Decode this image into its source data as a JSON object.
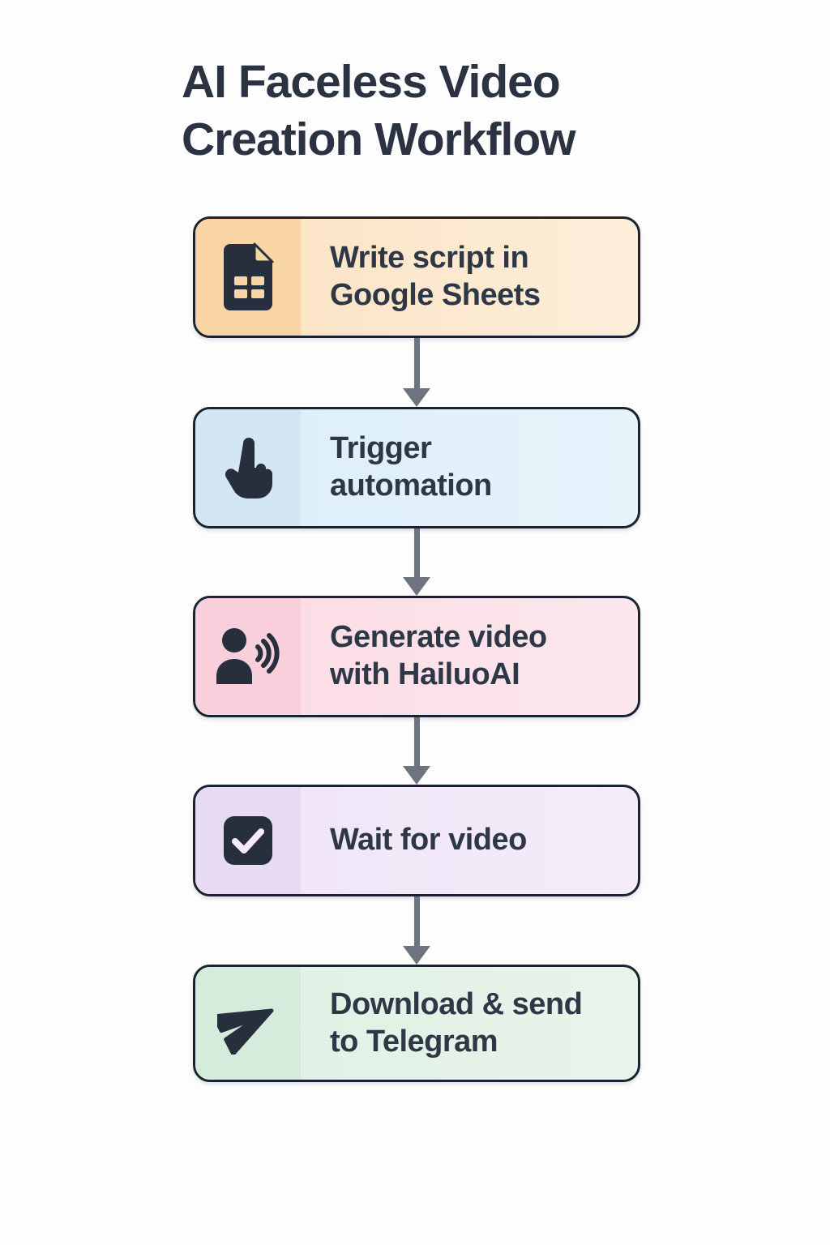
{
  "title": {
    "text": "AI Faceless Video\nCreation Workflow"
  },
  "steps": [
    {
      "label": "Write script in\nGoogle Sheets",
      "icon": "spreadsheet-document-icon",
      "colors": {
        "panel": "#f8d5a2",
        "body": "#fbe2c1",
        "body_right": "#fdeeda"
      }
    },
    {
      "label": "Trigger\nautomation",
      "icon": "pointer-hand-icon",
      "colors": {
        "panel": "#d2e6f4",
        "body": "#dceef9",
        "body_right": "#e6f3fb"
      }
    },
    {
      "label": "Generate video\nwith HailuoAI",
      "icon": "person-speaking-icon",
      "colors": {
        "panel": "#f8cfdb",
        "body": "#fbdae3",
        "body_right": "#fde7ee"
      }
    },
    {
      "label": "Wait for video",
      "icon": "checkbox-checked-icon",
      "colors": {
        "panel": "#e7daf3",
        "body": "#eee4f7",
        "body_right": "#f4ecfa"
      }
    },
    {
      "label": "Download & send\nto Telegram",
      "icon": "telegram-plane-icon",
      "colors": {
        "panel": "#d5ebdb",
        "body": "#def0e3",
        "body_right": "#e8f4ea"
      }
    }
  ],
  "arrow": {
    "color": "#6e747f"
  },
  "canvas": {
    "background": "#fdfdfd",
    "border_color": "#1b2231",
    "title_color": "#2b3342",
    "text_color": "#2e3746",
    "icon_color": "#272f3d"
  }
}
